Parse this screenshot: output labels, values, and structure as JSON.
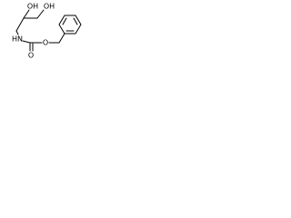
{
  "molecule": {
    "atoms": {
      "oh_top": "OH",
      "oh_right": "OH",
      "nh": "HN",
      "o_ester": "O",
      "o_carbonyl": "O"
    }
  },
  "colors": {
    "bond": "#000000",
    "text": "#000000",
    "background": "#ffffff"
  }
}
